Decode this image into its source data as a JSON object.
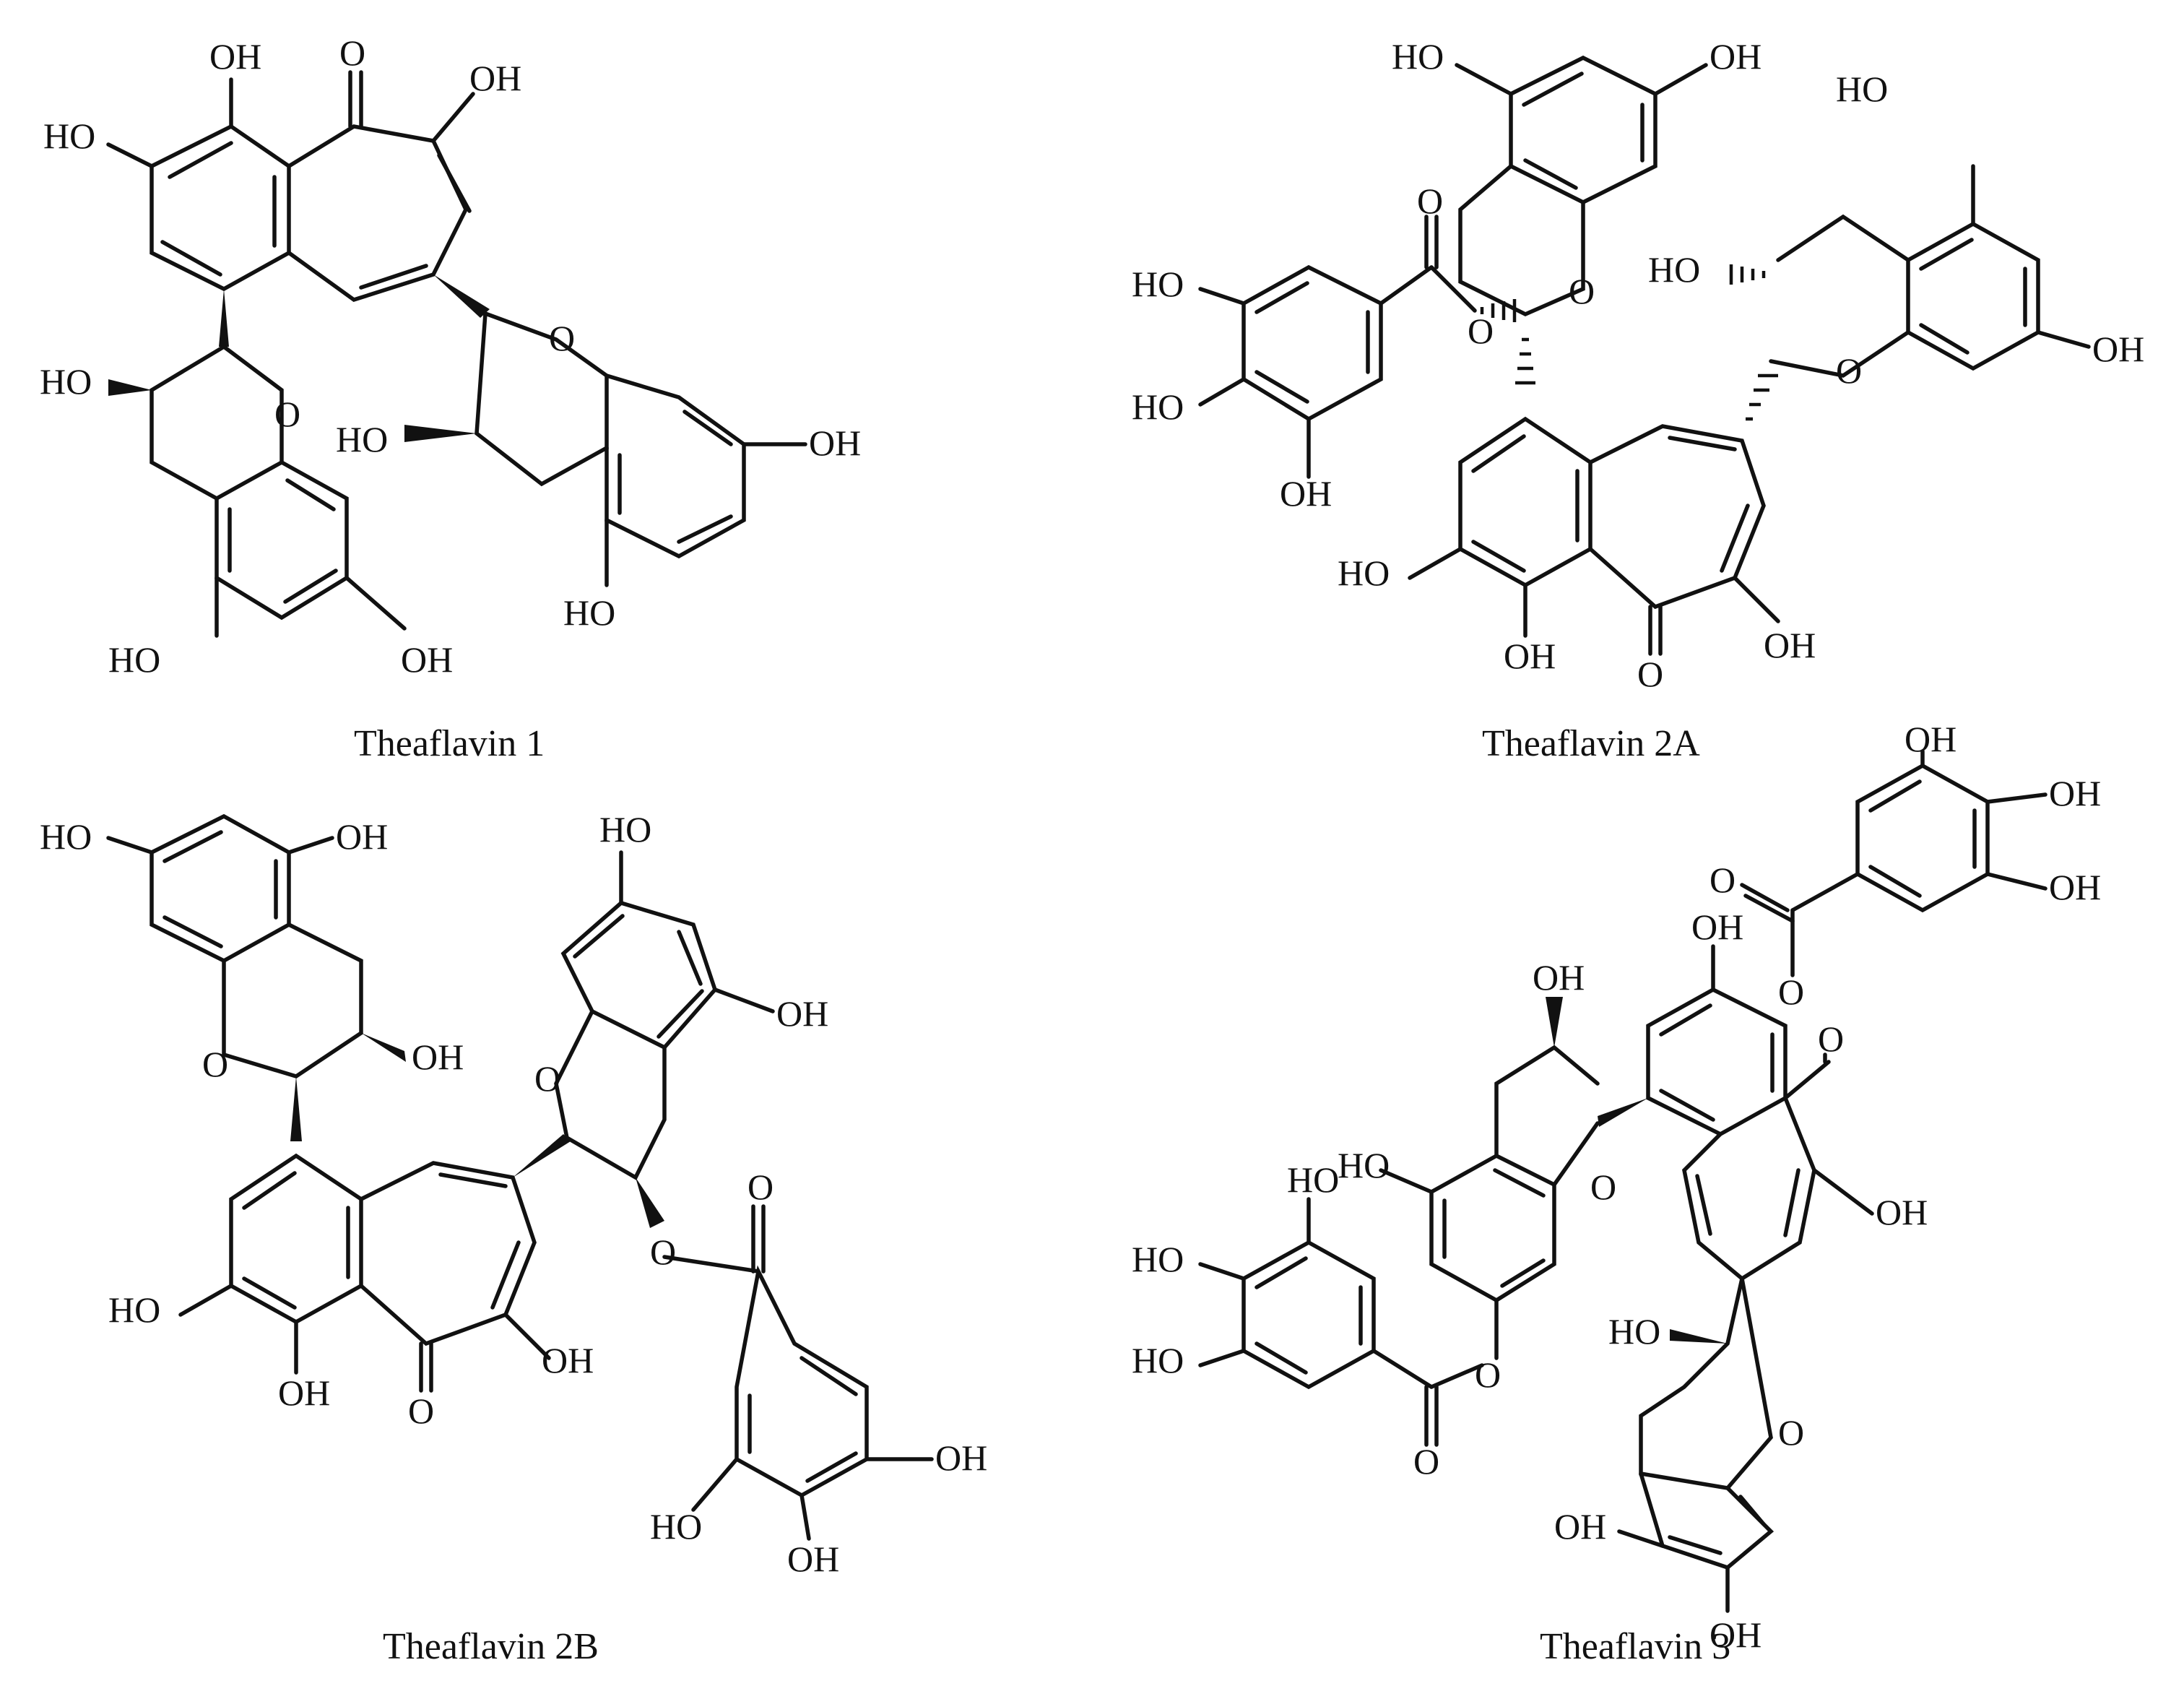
{
  "figure": {
    "structures": [
      {
        "name": "Theaflavin 1",
        "labels": [
          "OH",
          "O",
          "OH",
          "HO",
          "HO",
          "O",
          "O",
          "HO",
          "HO",
          "OH",
          "HO",
          "OH",
          "HO",
          "OH"
        ]
      },
      {
        "name": "Theaflavin 2A",
        "labels": [
          "HO",
          "OH",
          "O",
          "HO",
          "O",
          "O",
          "HO",
          "HO",
          "O",
          "OH",
          "HO",
          "OH",
          "HO",
          "OH",
          "O",
          "OH",
          "HO"
        ]
      },
      {
        "name": "Theaflavin 2B",
        "labels": [
          "HO",
          "OH",
          "HO",
          "OH",
          "O",
          "OH",
          "O",
          "O",
          "O",
          "HO",
          "OH",
          "O",
          "OH",
          "OH",
          "HO",
          "OH"
        ]
      },
      {
        "name": "Theaflavin 3",
        "labels": [
          "OH",
          "OH",
          "OH",
          "O",
          "OH",
          "O",
          "OH",
          "O",
          "HO",
          "OH",
          "O",
          "HO",
          "HO",
          "HO",
          "O",
          "O",
          "O",
          "HO",
          "OH",
          "OH"
        ]
      }
    ]
  }
}
